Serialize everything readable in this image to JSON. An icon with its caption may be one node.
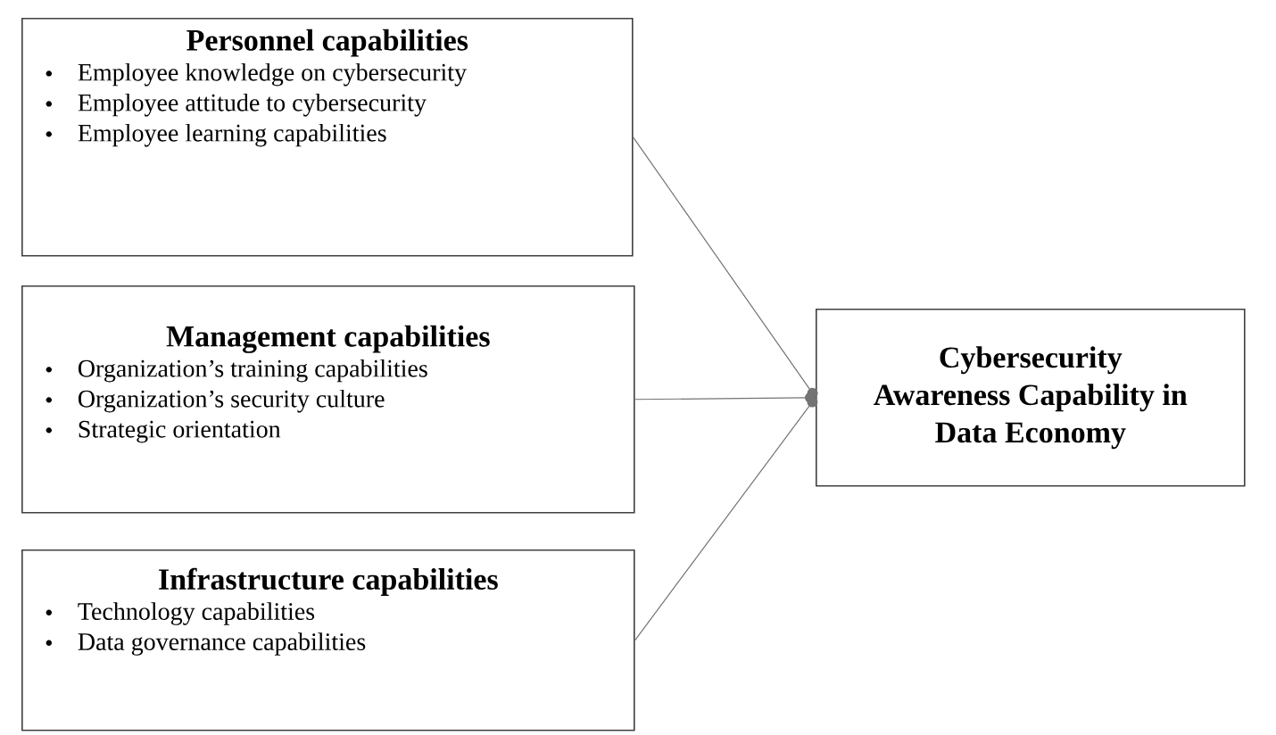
{
  "diagram": {
    "nodes": [
      {
        "text": [
          "Personnel capabilities",
          "Employee knowledge on cybersecurity",
          "Employee attitude to cybersecurity",
          "Employee learning capabilities"
        ]
      },
      {
        "text": [
          "Management capabilities",
          "Organization’s training capabilities",
          "Organization’s security culture",
          "Strategic orientation"
        ]
      },
      {
        "text": [
          "Infrastructure capabilities",
          "Technology capabilities",
          "Data governance capabilities"
        ]
      },
      {
        "text": [
          "Cybersecurity Awareness Capability in Data Economy"
        ]
      }
    ],
    "edges": [
      {
        "from": 0,
        "to": 3,
        "arrow": "to"
      },
      {
        "from": 1,
        "to": 3,
        "arrow": "to"
      },
      {
        "from": 2,
        "to": 3,
        "arrow": "to"
      }
    ]
  }
}
